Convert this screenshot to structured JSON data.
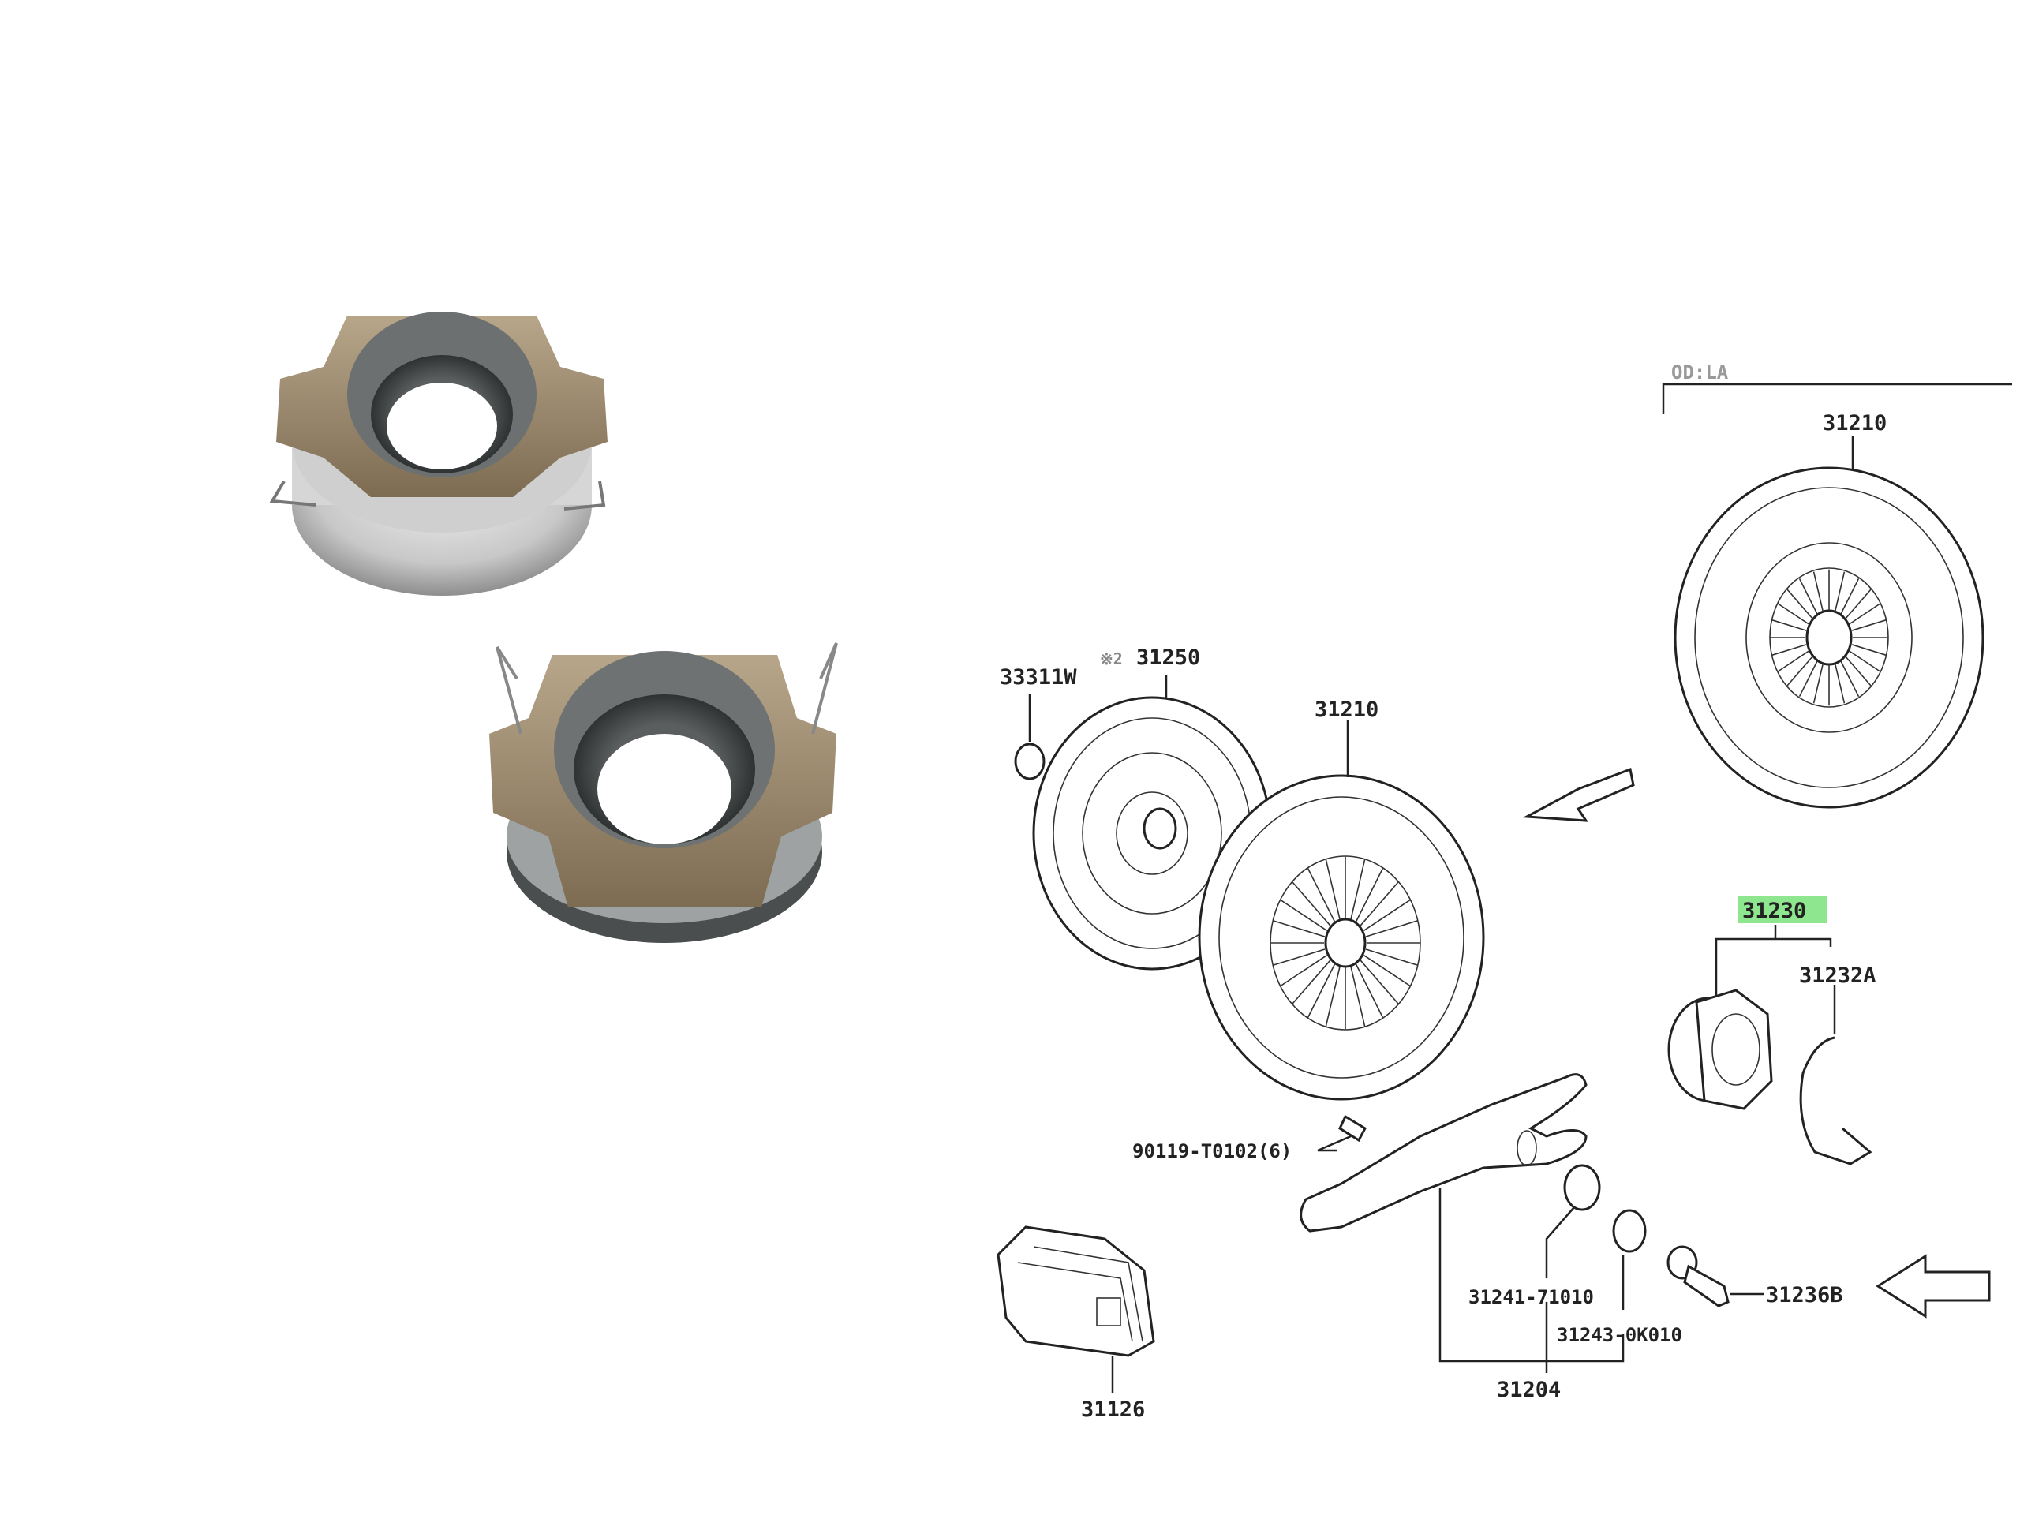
{
  "diagram": {
    "group_header": "OD:LA",
    "labels": {
      "pressure_plate_upper": "31210",
      "seal": "33311W",
      "disc_note": "※2",
      "clutch_disc": "31250",
      "pressure_plate": "31210",
      "release_bearing": "31230",
      "clip": "31232A",
      "bolt": "90119-T0102(6)",
      "fork_part_a": "31241-71010",
      "fork_part_b": "31243-0K010",
      "pivot": "31236B",
      "fork_assembly": "31204",
      "boot": "31126"
    },
    "highlight_color": "#8ee68e"
  }
}
